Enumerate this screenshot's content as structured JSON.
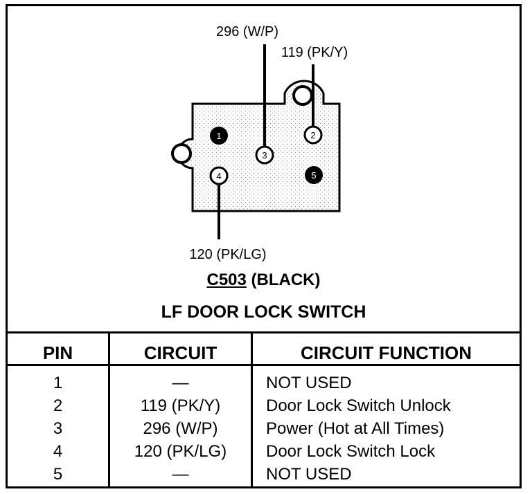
{
  "diagram": {
    "wire_labels": {
      "pin3": "296 (W/P)",
      "pin2": "119 (PK/Y)",
      "pin4": "120 (PK/LG)"
    },
    "pins": [
      "1",
      "2",
      "3",
      "4",
      "5"
    ],
    "connector_id": "C503",
    "connector_color": "(BLACK)",
    "component_name": "LF DOOR LOCK SWITCH"
  },
  "table": {
    "headers": {
      "pin": "PIN",
      "circuit": "CIRCUIT",
      "function": "CIRCUIT FUNCTION"
    },
    "rows": [
      {
        "pin": "1",
        "circuit": "—",
        "function": "NOT USED"
      },
      {
        "pin": "2",
        "circuit": "119 (PK/Y)",
        "function": "Door Lock Switch Unlock"
      },
      {
        "pin": "3",
        "circuit": "296 (W/P)",
        "function": "Power (Hot at All Times)"
      },
      {
        "pin": "4",
        "circuit": "120 (PK/LG)",
        "function": "Door Lock Switch Lock"
      },
      {
        "pin": "5",
        "circuit": "—",
        "function": "NOT USED"
      }
    ]
  }
}
